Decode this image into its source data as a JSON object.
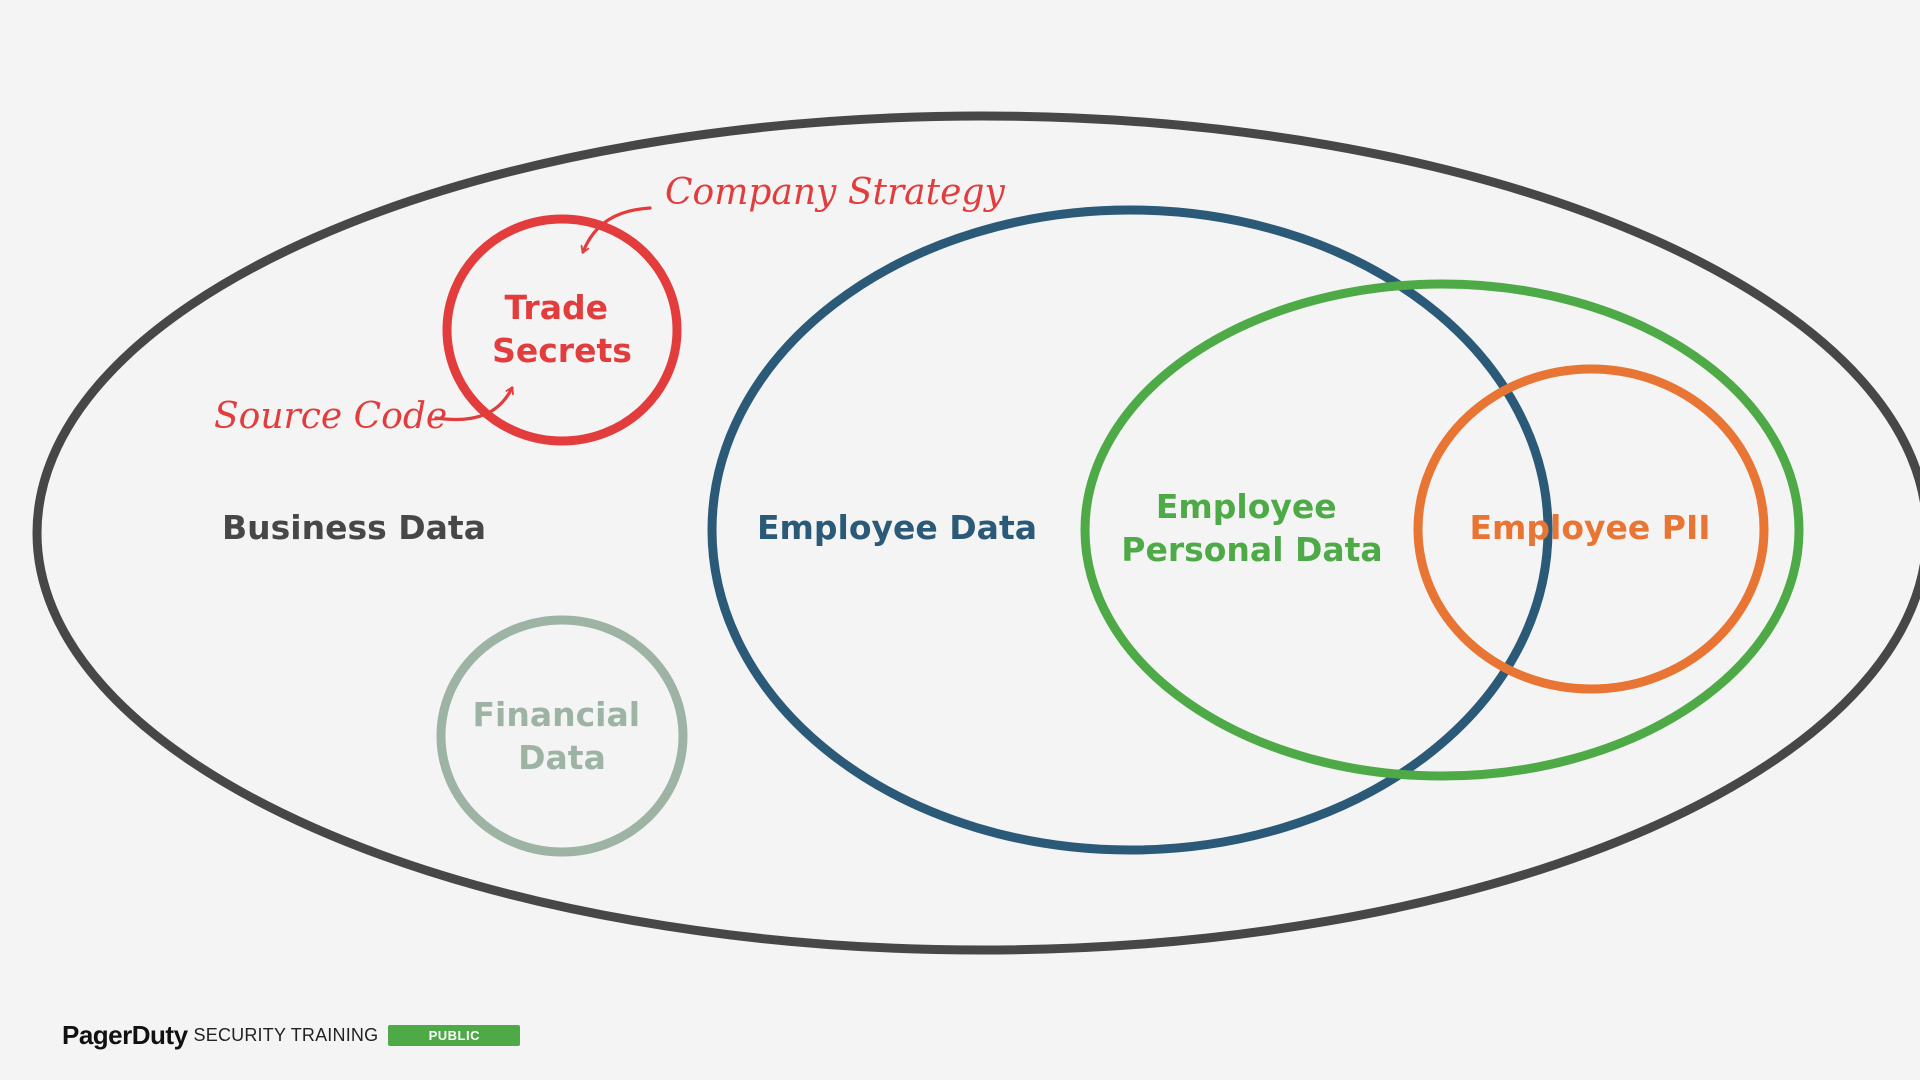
{
  "colors": {
    "background": "#f4f4f4",
    "business": "#474747",
    "trade_secrets": "#e23c3c",
    "financial": "#9db3a4",
    "employee": "#2b5a78",
    "employee_personal": "#4daa46",
    "employee_pii": "#e87533",
    "badge": "#4daa46"
  },
  "regions": {
    "business": {
      "label_lines": [
        "Business Data"
      ]
    },
    "trade_secrets": {
      "label_lines": [
        "Trade",
        "Secrets"
      ]
    },
    "financial": {
      "label_lines": [
        "Financial",
        "Data"
      ]
    },
    "employee": {
      "label_lines": [
        "Employee Data"
      ]
    },
    "employee_personal": {
      "label_lines": [
        "Employee",
        "Personal Data"
      ]
    },
    "employee_pii": {
      "label_lines": [
        "Employee PII"
      ]
    }
  },
  "annotations": {
    "company_strategy": "Company Strategy",
    "source_code": "Source Code"
  },
  "footer": {
    "brand": "PagerDuty",
    "subtitle": "SECURITY TRAINING",
    "badge": "PUBLIC"
  }
}
